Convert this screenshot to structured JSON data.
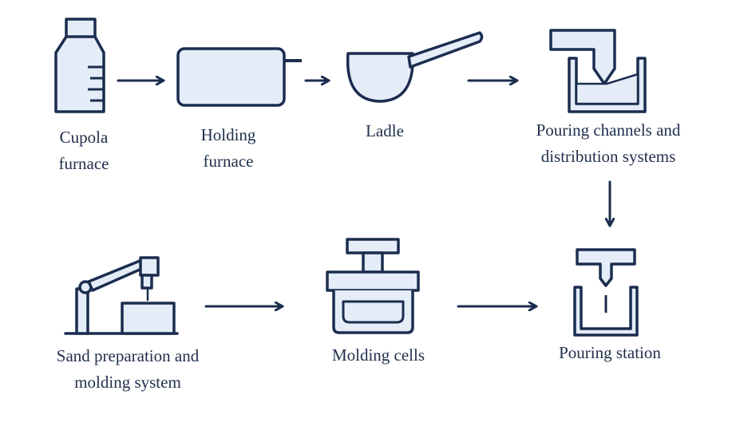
{
  "colors": {
    "stroke": "#1b2d4f",
    "fill_light": "#e4ecf8",
    "text": "#1f2f4c"
  },
  "nodes": [
    {
      "id": "cupola-furnace",
      "icon": "cupola-furnace-icon",
      "label_lines": [
        "Cupola",
        "furnace"
      ]
    },
    {
      "id": "holding-furnace",
      "icon": "holding-furnace-icon",
      "label_lines": [
        "Holding",
        "furnace"
      ]
    },
    {
      "id": "ladle",
      "icon": "ladle-icon",
      "label_lines": [
        "Ladle"
      ]
    },
    {
      "id": "pouring-channels",
      "icon": "pouring-channel-icon",
      "label_lines": [
        "Pouring channels and",
        "distribution systems"
      ]
    },
    {
      "id": "pouring-station",
      "icon": "pouring-station-icon",
      "label_lines": [
        "Pouring station"
      ]
    },
    {
      "id": "molding-cells",
      "icon": "molding-press-icon",
      "label_lines": [
        "Molding cells"
      ]
    },
    {
      "id": "sand-preparation",
      "icon": "robot-arm-icon",
      "label_lines": [
        "Sand preparation and",
        "molding system"
      ]
    }
  ],
  "edges": [
    {
      "from": "cupola-furnace",
      "to": "holding-furnace"
    },
    {
      "from": "holding-furnace",
      "to": "ladle"
    },
    {
      "from": "ladle",
      "to": "pouring-channels"
    },
    {
      "from": "pouring-channels",
      "to": "pouring-station"
    },
    {
      "from": "sand-preparation",
      "to": "molding-cells"
    },
    {
      "from": "molding-cells",
      "to": "pouring-station"
    }
  ]
}
